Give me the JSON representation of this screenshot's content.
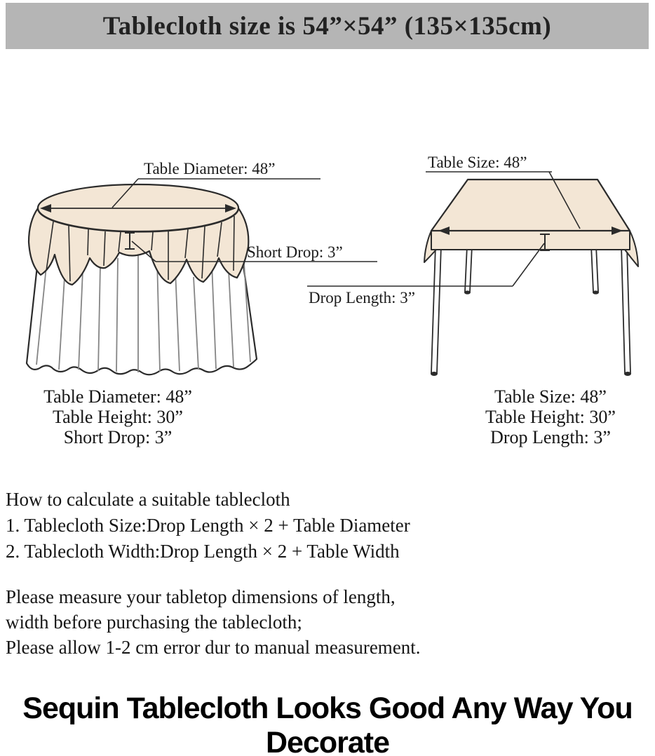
{
  "colors": {
    "banner_bg": "#b5b5b5",
    "cloth": "#f3e6d5",
    "line": "#2b2b2b"
  },
  "banner": {
    "title": "Tablecloth size is 54”×54” (135×135cm)"
  },
  "round_table": {
    "diameter_label": "Table Diameter: 48”",
    "short_drop_label": "Short Drop: 3”",
    "specs": [
      "Table Diameter: 48”",
      "Table Height: 30”",
      "Short Drop: 3”"
    ]
  },
  "rect_table": {
    "size_label": "Table Size: 48”",
    "drop_length_label": "Drop Length: 3”",
    "specs": [
      "Table Size: 48”",
      "Table Height: 30”",
      "Drop Length: 3”"
    ]
  },
  "calculation": {
    "heading": "How to calculate a suitable tablecloth",
    "lines": [
      "1. Tablecloth Size:Drop Length × 2 + Table Diameter",
      "2. Tablecloth Width:Drop Length × 2 + Table Width"
    ]
  },
  "notes": [
    "Please measure your tabletop dimensions of length,",
    "width before purchasing the tablecloth;",
    "Please allow 1-2 cm error dur to manual measurement."
  ],
  "footer": {
    "headline": "Sequin Tablecloth Looks Good Any Way You Decorate"
  }
}
